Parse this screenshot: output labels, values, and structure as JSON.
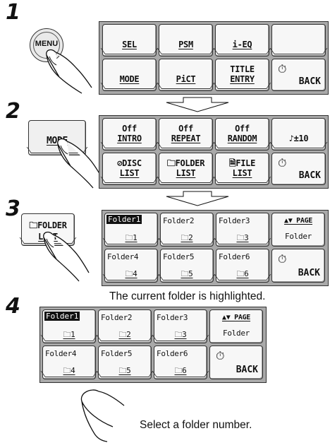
{
  "steps": [
    "1",
    "2",
    "3",
    "4"
  ],
  "step1": {
    "menu_button": "MENU",
    "grid": [
      {
        "t1": "SEL",
        "u": true
      },
      {
        "t1": "PSM",
        "u": true
      },
      {
        "t1": "i-EQ",
        "u": true
      },
      {
        "t1": ""
      },
      {
        "t1": "MODE",
        "u": true
      },
      {
        "t1": "PiCT",
        "u": true
      },
      {
        "t1": "TITLE",
        "t2": "ENTRY",
        "u": true
      },
      {
        "back": "BACK"
      }
    ]
  },
  "step2": {
    "mode_button": "MODE",
    "grid": [
      {
        "t1": "Off",
        "t2": "INTRO"
      },
      {
        "t1": "Off",
        "t2": "REPEAT"
      },
      {
        "t1": "Off",
        "t2": "RANDOM"
      },
      {
        "t1": "♪±10"
      },
      {
        "t1": "⊘DISC",
        "t2": "LIST"
      },
      {
        "t1": "🗀FOLDER",
        "t2": "LIST"
      },
      {
        "t1": "🗎FILE",
        "t2": "LIST"
      },
      {
        "back": "BACK"
      }
    ]
  },
  "step3": {
    "folder_list_button": {
      "line1": "🗀FOLDER",
      "line2": "LIST"
    },
    "caption": "The current folder is highlighted."
  },
  "folders": [
    {
      "name": "Folder1",
      "num": "🗀1",
      "hl": true
    },
    {
      "name": "Folder2",
      "num": "🗀2"
    },
    {
      "name": "Folder3",
      "num": "🗀3"
    },
    {
      "page": "▲▼ PAGE",
      "sub": "Folder"
    },
    {
      "name": "Folder4",
      "num": "🗀4"
    },
    {
      "name": "Folder5",
      "num": "🗀5"
    },
    {
      "name": "Folder6",
      "num": "🗀6"
    },
    {
      "back": "BACK"
    }
  ],
  "step4": {
    "caption": "Select a folder number."
  }
}
